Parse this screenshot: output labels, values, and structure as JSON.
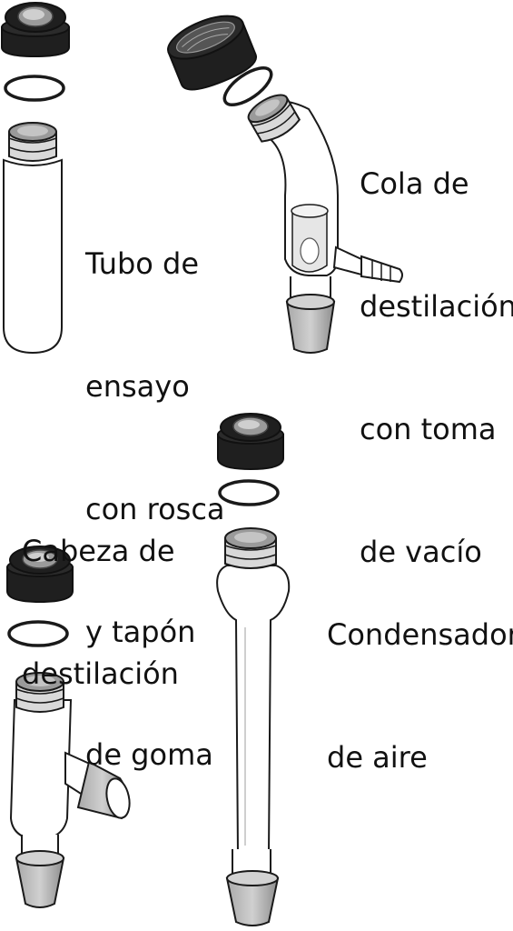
{
  "labels": {
    "tubo": [
      "Tubo de",
      "ensayo",
      "con rosca",
      "y tapón",
      "de goma"
    ],
    "cola": [
      "Cola de",
      "destilación",
      "con toma",
      "de vacío"
    ],
    "cabeza": [
      "Cabeza de",
      "destilación"
    ],
    "condensador": [
      "Condensador",
      "de aire"
    ]
  },
  "colors": {
    "outline": "#1a1a1a",
    "cap_fill": "#1f1f1f",
    "cap_top": "#9a9a9a",
    "glass": "#ffffff",
    "frosted": "#c8c8c8",
    "joint": "#b5b5b5"
  }
}
